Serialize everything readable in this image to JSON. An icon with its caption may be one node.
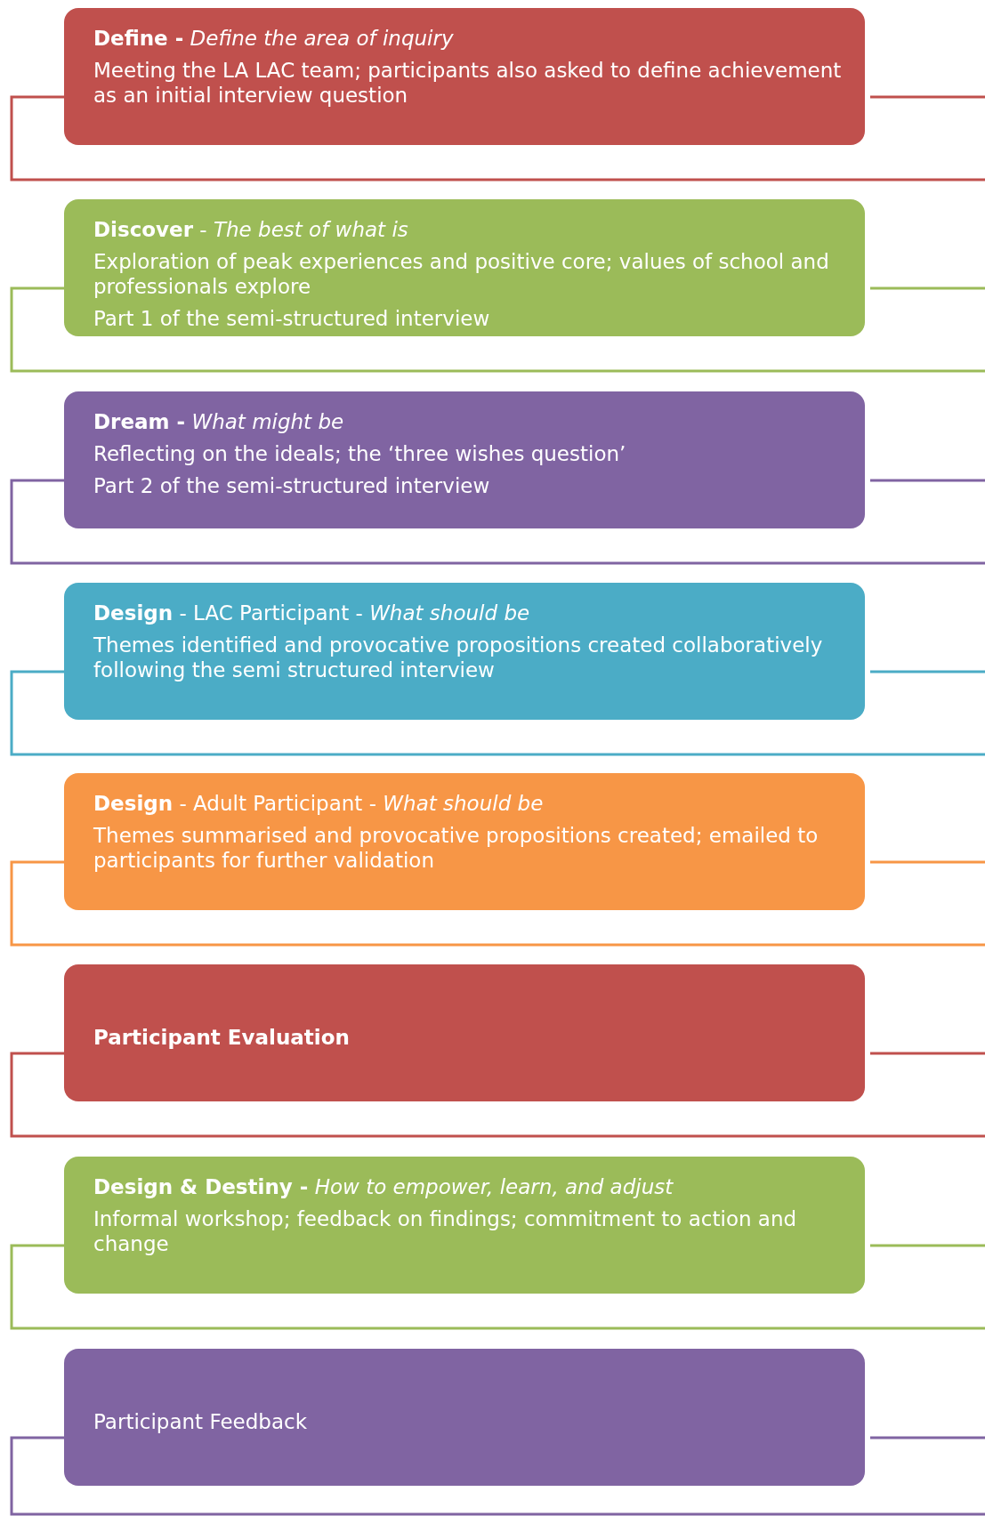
{
  "diagram": {
    "nodes": [
      {
        "text": [
          "**Define -** *Define the area of inquiry*",
          "Meeting the LA LAC team; participants also asked to define achievement as an initial interview question"
        ]
      },
      {
        "text": [
          "**Discover** - *The best of what is*",
          "Exploration of peak experiences and positive core;   values of school and professionals explore",
          "Part 1 of the semi-structured interview"
        ]
      },
      {
        "text": [
          "**Dream -** *What might be*",
          "Reflecting on the ideals; the ‘three wishes question’",
          "Part 2 of the semi-structured interview"
        ]
      },
      {
        "text": [
          "**Design** - LAC Participant - *What should be*",
          "Themes identified and provocative propositions created collaboratively following the semi structured interview"
        ]
      },
      {
        "text": [
          "**Design** - Adult Participant - *What should be*",
          "Themes summarised and provocative propositions created; emailed to participants for further validation"
        ]
      },
      {
        "text": [
          "Participant Evaluation"
        ]
      },
      {
        "text": [
          "**Design & Destiny -** *How to empower, learn, and adjust*",
          "Informal workshop; feedback on findings; commitment to action and change"
        ]
      },
      {
        "text": [
          "Participant Feedback"
        ]
      }
    ]
  }
}
